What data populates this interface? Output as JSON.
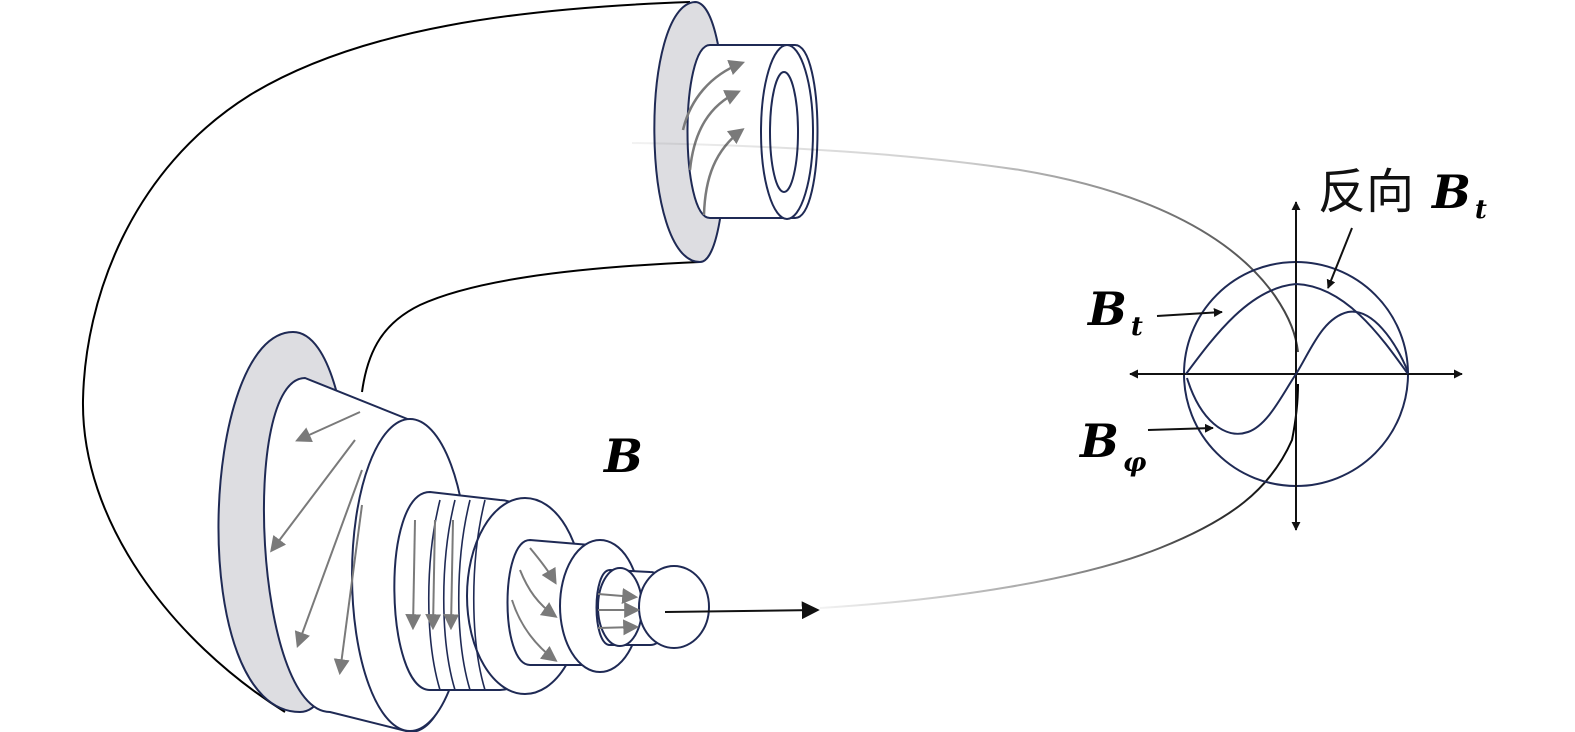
{
  "labels": {
    "field_main": "B",
    "reverse_prefix": "反向",
    "reverse_B": "B",
    "reverse_sub": "t",
    "bt_B": "B",
    "bt_sub": "t",
    "bphi_B": "B",
    "bphi_sub": "φ"
  },
  "colors": {
    "outline": "#1f2a55",
    "curve": "#000000",
    "shade": "#dddde1",
    "field_arrow": "#7a7a7a",
    "axis": "#111111"
  },
  "icons": {
    "arrowhead": "filled-triangle"
  }
}
